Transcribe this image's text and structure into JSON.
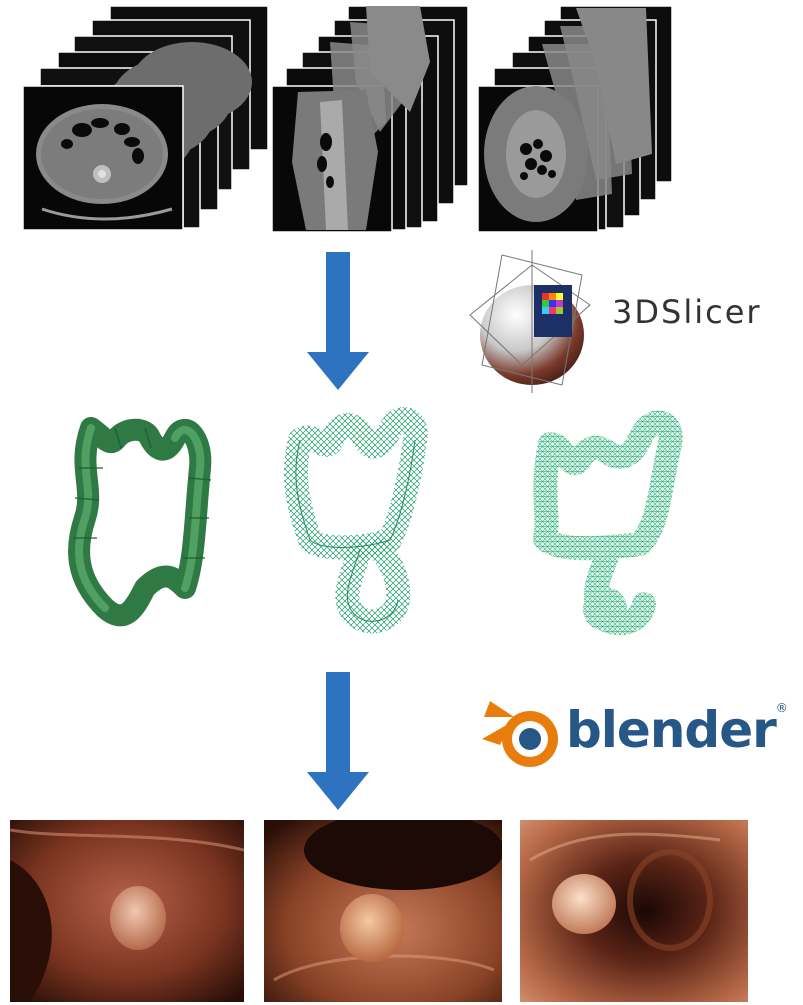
{
  "logos": {
    "slicer": {
      "prefix": "3D",
      "name": "Slicer"
    },
    "blender": {
      "name": "blender",
      "registered_mark": "®",
      "color_orange": "#e87d0d",
      "color_blue": "#265787"
    }
  },
  "colors": {
    "arrow": "#2e73bf",
    "mesh_green": "#3f8f52",
    "wire_green": "#1f9a6a",
    "tissue": "#8a3f26"
  },
  "icons": [
    "ct-slice-stack",
    "down-arrow",
    "colon-mesh",
    "endoscopy-view"
  ]
}
